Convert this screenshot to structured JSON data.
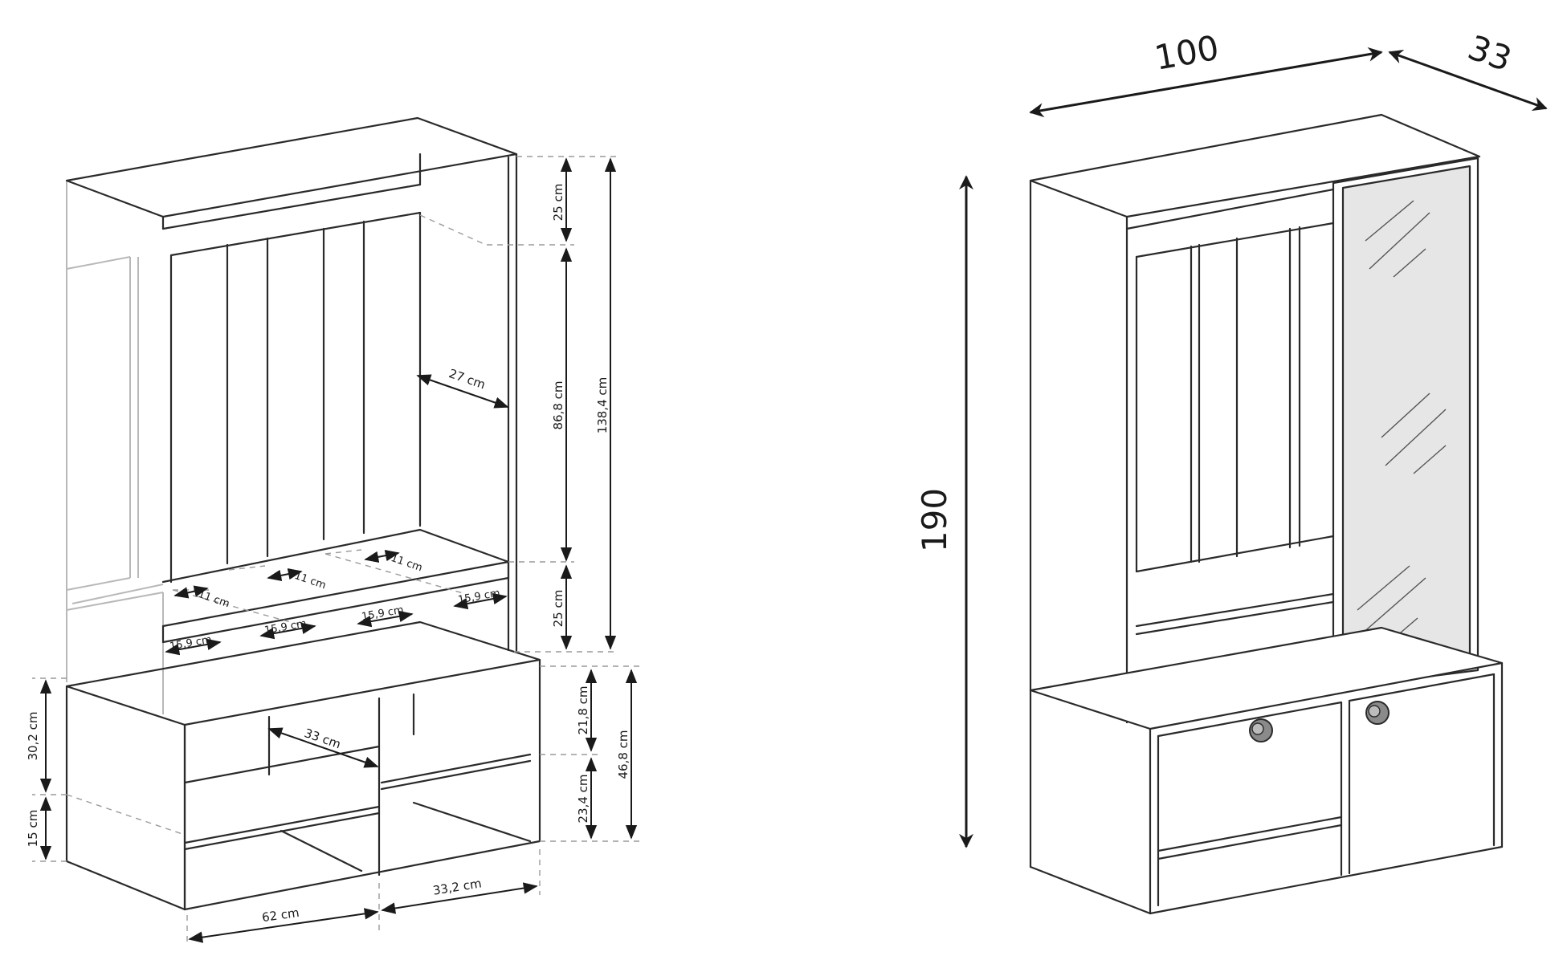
{
  "left_view": {
    "dimensions": {
      "top_panel_height": "25 cm",
      "back_panel_height": "86,8 cm",
      "upper_total_height": "138,4 cm",
      "shelf_space_height": "25 cm",
      "hook_depth": "27 cm",
      "slat_gap_1": "11 cm",
      "slat_gap_2": "11 cm",
      "slat_gap_3": "11 cm",
      "slat_width_1": "15,9 cm",
      "slat_width_2": "15,9 cm",
      "slat_width_3": "15,9 cm",
      "slat_width_4": "15,9 cm",
      "upper_shelf_height": "21,8 cm",
      "lower_shelf_height": "23,4 cm",
      "bench_height": "46,8 cm",
      "side_compartment_height": "30,2 cm",
      "plinth_height": "15 cm",
      "shelf_depth": "33 cm",
      "left_compartment_width": "62 cm",
      "right_compartment_width": "33,2 cm"
    }
  },
  "right_view": {
    "dimensions": {
      "width": "100",
      "depth": "33",
      "height": "190"
    }
  },
  "colors": {
    "line": "#2a2a2a",
    "mirror_fill": "#e6e6e6",
    "ghost_line": "#b8b8b8"
  }
}
